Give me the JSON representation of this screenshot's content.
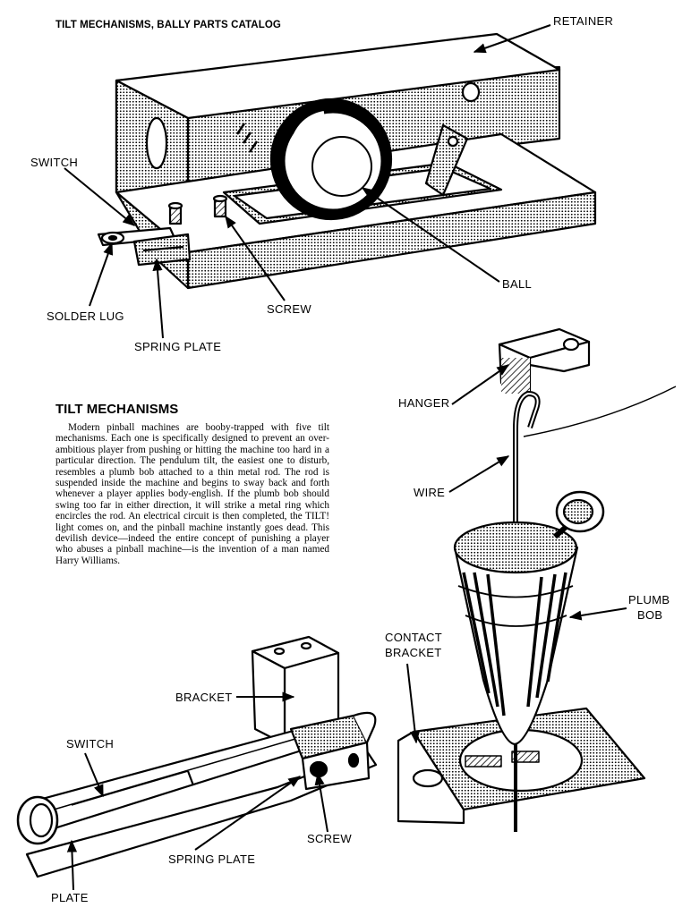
{
  "header": "TILT MECHANISMS, BALLY PARTS CATALOG",
  "article": {
    "title": "TILT MECHANISMS",
    "body": "Modern pinball machines are booby-trapped with five tilt mechanisms. Each one is specifically designed to prevent an over-ambitious player from pushing or hitting the machine too hard in a particular direction. The pendulum tilt, the easiest one to disturb, resembles a plumb bob attached to a thin metal rod. The rod is suspended inside the machine and begins to sway back and forth whenever a player applies body-english. If the plumb bob should swing too far in either direction, it will strike a metal ring which encircles the rod. An electrical circuit is then completed, the TILT! light comes on, and the pinball machine instantly goes dead. This devilish device—indeed the entire concept of punishing a player who abuses a pinball machine—is the invention of a man named Harry Williams."
  },
  "ball_tilt": {
    "retainer": "RETAINER",
    "switch": "SWITCH",
    "ball": "BALL",
    "screw": "SCREW",
    "solder_lug": "SOLDER LUG",
    "spring_plate": "SPRING PLATE"
  },
  "plumb_tilt": {
    "hanger": "HANGER",
    "wire": "WIRE",
    "plumb_bob_1": "PLUMB",
    "plumb_bob_2": "BOB",
    "contact_bracket_1": "CONTACT",
    "contact_bracket_2": "BRACKET"
  },
  "slam_tilt": {
    "bracket": "BRACKET",
    "switch": "SWITCH",
    "screw": "SCREW",
    "spring_plate": "SPRING PLATE",
    "plate": "PLATE"
  }
}
